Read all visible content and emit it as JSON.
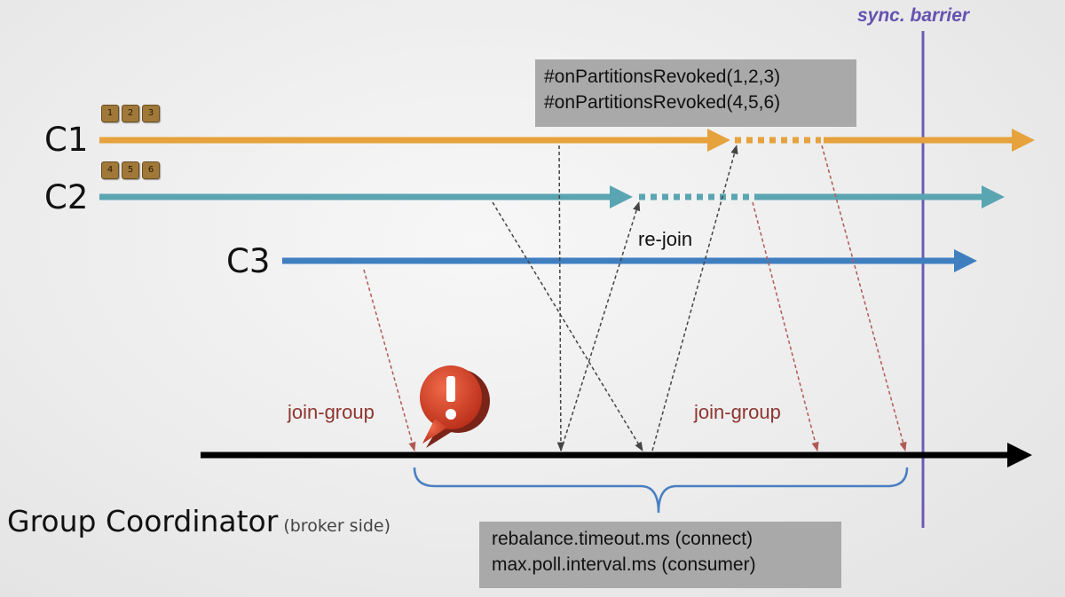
{
  "consumers": [
    {
      "label": "C1",
      "color": "#e6a23c",
      "partitions": [
        "1",
        "2",
        "3"
      ]
    },
    {
      "label": "C2",
      "color": "#5aa5b2",
      "partitions": [
        "4",
        "5",
        "6"
      ]
    },
    {
      "label": "C3",
      "color": "#3f7fc0",
      "partitions": []
    }
  ],
  "coordinator": {
    "label": "Group Coordinator",
    "sublabel": "(broker side)"
  },
  "barrier_label": "sync. barrier",
  "revoked_lines": [
    "#onPartitionsRevoked(1,2,3)",
    "#onPartitionsRevoked(4,5,6)"
  ],
  "rejoin_label": "re-join",
  "join_group_labels": [
    "join-group",
    "join-group"
  ],
  "timeout_lines": [
    "rebalance.timeout.ms (connect)",
    "max.poll.interval.ms (consumer)"
  ],
  "alert_icon": "exclamation-speech-bubble",
  "colors": {
    "join_arrow": "#b05a55",
    "response_arrow": "#444444",
    "barrier": "#6b5bb5",
    "brace": "#4a7fc1",
    "alert": "#d9432a"
  }
}
